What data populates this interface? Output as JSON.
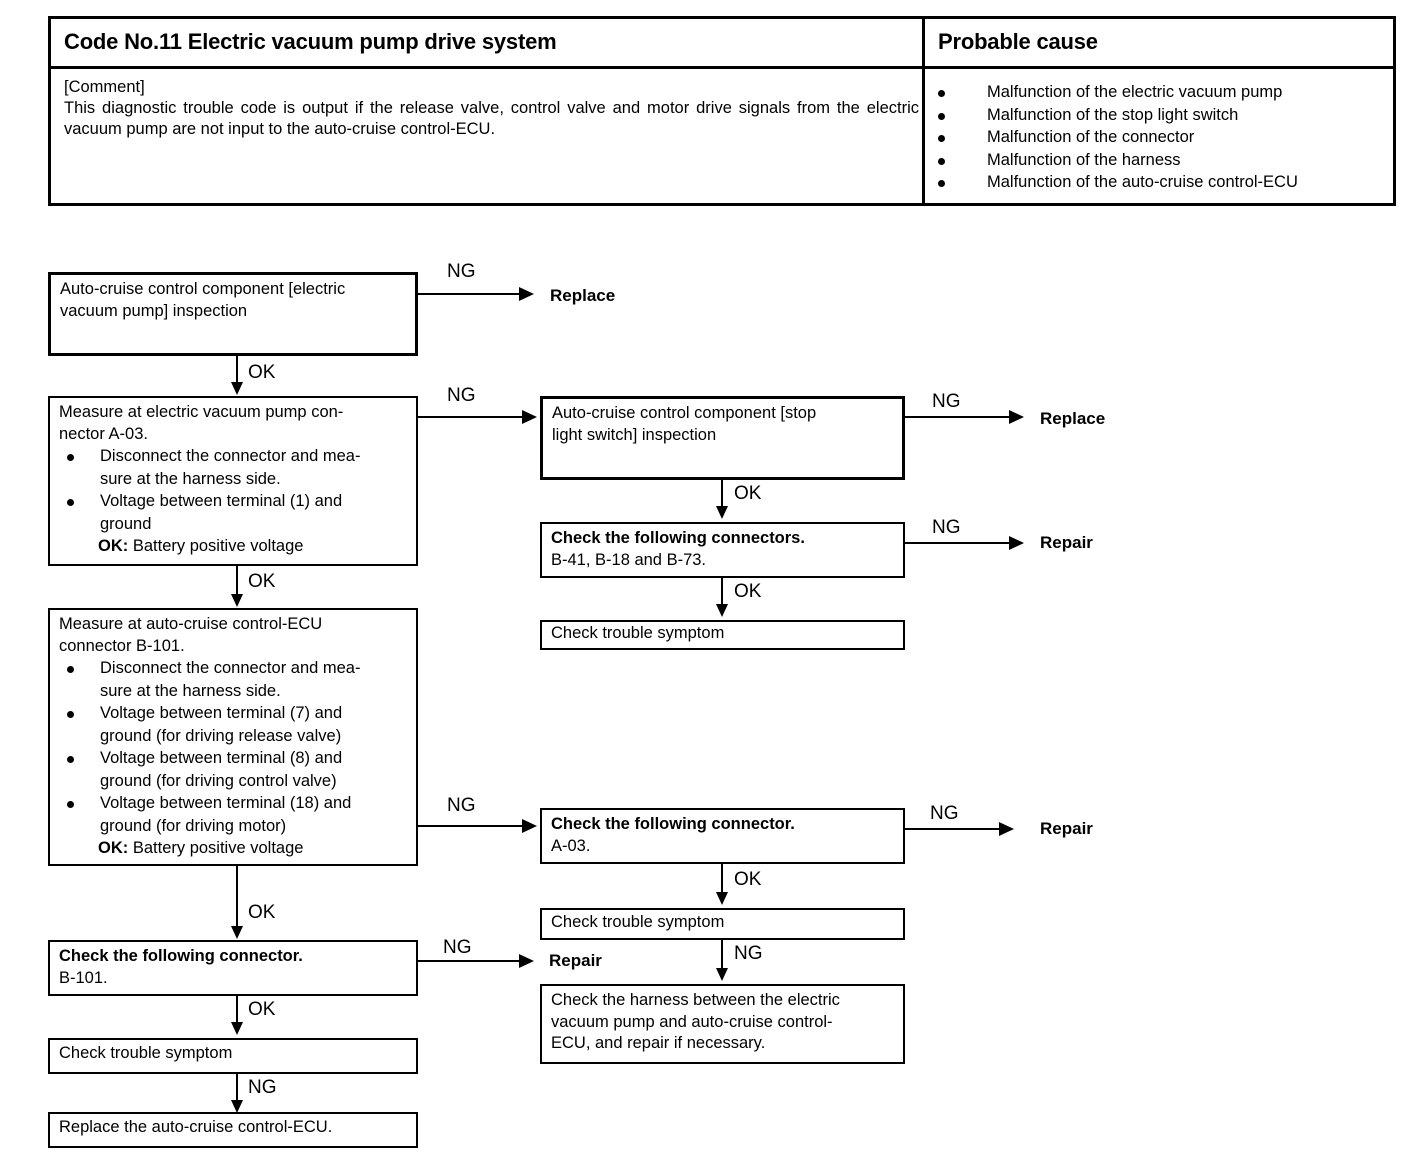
{
  "table": {
    "header_left": "Code No.11 Electric vacuum pump drive system",
    "header_right": "Probable cause",
    "comment_label": "[Comment]",
    "comment_body": "This diagnostic trouble code is output if the release valve, control valve and motor drive signals from the electric vacuum pump are not input to the auto-cruise control-ECU.",
    "causes": [
      "Malfunction of the electric vacuum pump",
      "Malfunction of the stop light switch",
      "Malfunction of the connector",
      "Malfunction of the harness",
      "Malfunction of the auto-cruise control-ECU"
    ]
  },
  "flow": {
    "box1": {
      "line1": "Auto-cruise control component [electric",
      "line2": "vacuum pump] inspection"
    },
    "box2": {
      "line1": "Measure at electric vacuum pump con-",
      "line2": "nector A-03.",
      "bullet1a": "Disconnect the connector and mea-",
      "bullet1b": "sure at the harness side.",
      "bullet2a": "Voltage between terminal (1) and",
      "bullet2b": "ground",
      "bullet2ok_label": "OK:",
      "bullet2ok_value": "Battery positive voltage"
    },
    "box3": {
      "line1": "Measure at auto-cruise control-ECU",
      "line2": "connector B-101.",
      "bullet1a": "Disconnect the connector and mea-",
      "bullet1b": "sure at the harness side.",
      "bullet2a": "Voltage between terminal (7) and",
      "bullet2b": "ground (for driving release valve)",
      "bullet3a": "Voltage between terminal (8) and",
      "bullet3b": "ground (for driving control valve)",
      "bullet4a": "Voltage between terminal (18) and",
      "bullet4b": "ground (for driving motor)",
      "bullet4ok_label": "OK:",
      "bullet4ok_value": "Battery positive voltage"
    },
    "box4": {
      "title": "Check the following connector.",
      "detail": "B-101."
    },
    "box5": {
      "text": "Check trouble symptom"
    },
    "box6": {
      "text": "Replace the auto-cruise control-ECU."
    },
    "box7": {
      "line1": "Auto-cruise control component [stop",
      "line2": "light switch] inspection"
    },
    "box8": {
      "title": "Check the following connectors.",
      "detail": "B-41, B-18 and B-73."
    },
    "box9": {
      "text": "Check trouble symptom"
    },
    "box10": {
      "title": "Check the following connector.",
      "detail": "A-03."
    },
    "box11": {
      "text": "Check trouble symptom"
    },
    "box12": {
      "line1": "Check the harness between the electric",
      "line2": "vacuum pump and auto-cruise control-",
      "line3": "ECU, and repair if necessary."
    },
    "labels": {
      "ng": "NG",
      "ok": "OK",
      "replace": "Replace",
      "repair": "Repair"
    }
  }
}
